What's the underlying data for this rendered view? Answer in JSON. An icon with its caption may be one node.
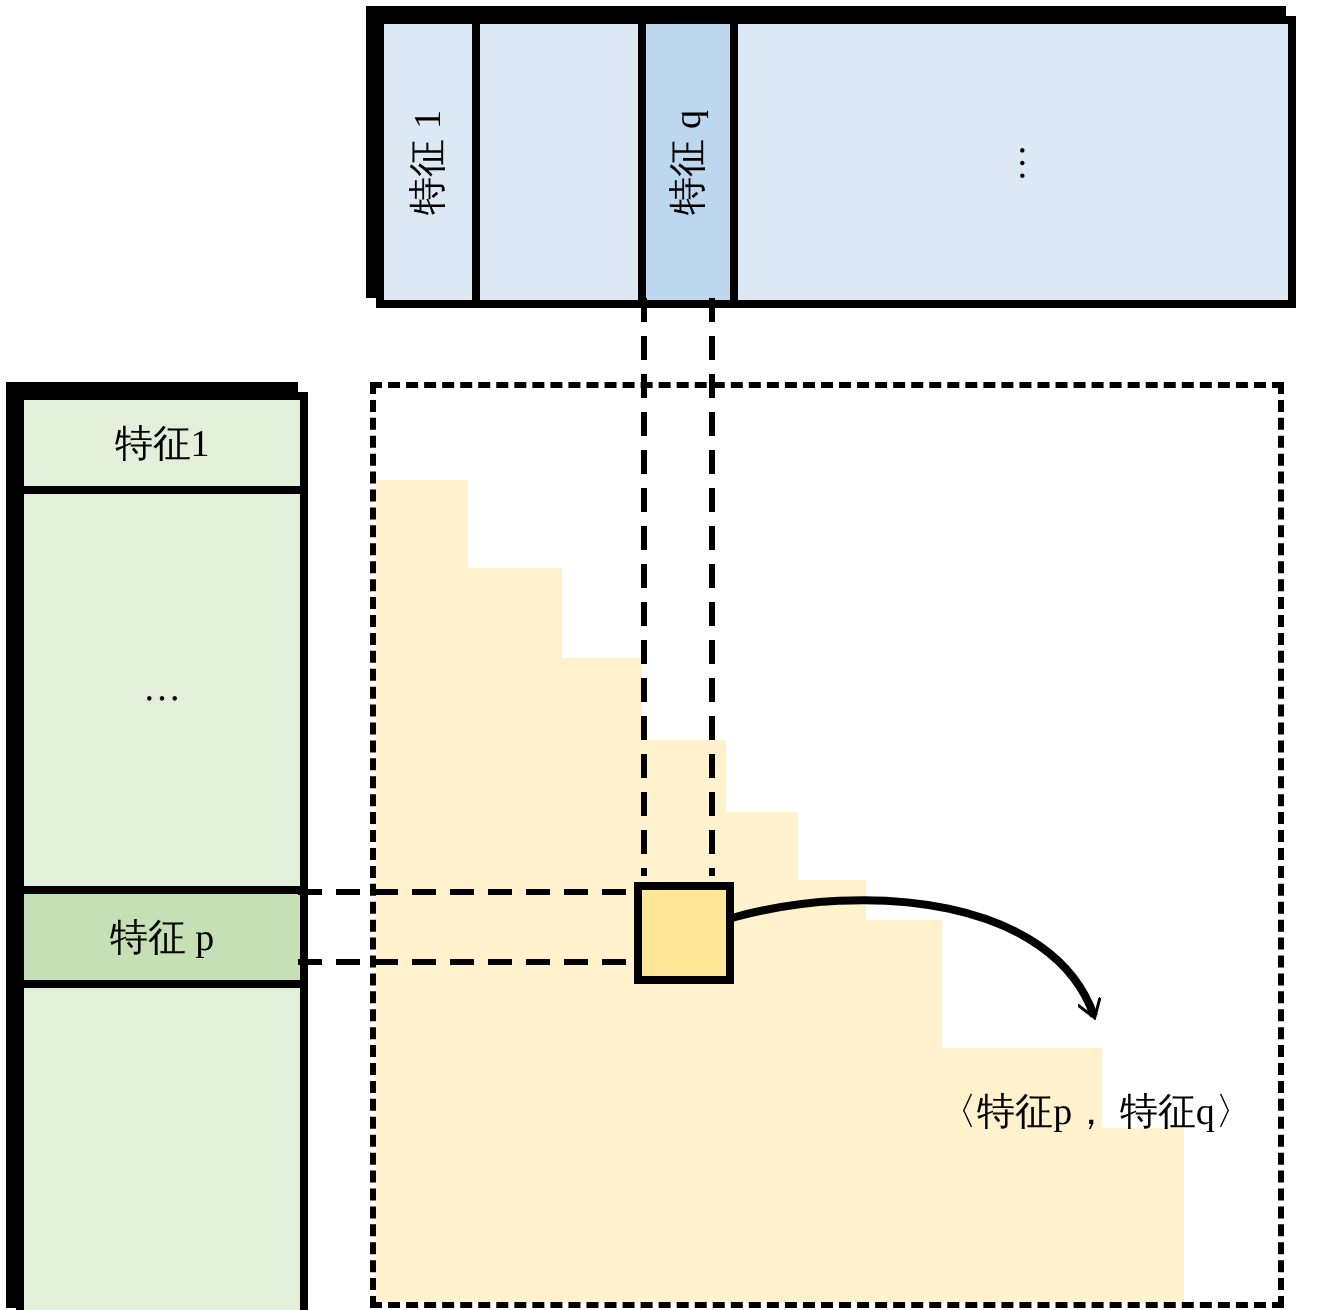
{
  "diagram": {
    "nodes": [
      {
        "text": [],
        "shape": "bar"
      },
      {
        "text": [
          "特征 1"
        ],
        "in": 0
      },
      {
        "text": [],
        "shape": "box",
        "in": 0
      },
      {
        "text": [
          "特征 q"
        ],
        "in": 0
      },
      {
        "text": [
          "…"
        ],
        "in": 0
      },
      {
        "text": [],
        "shape": "bar"
      },
      {
        "text": [
          "特征1"
        ],
        "in": 5
      },
      {
        "text": [
          "…"
        ],
        "in": 5
      },
      {
        "text": [
          "特征 p"
        ],
        "in": 5
      },
      {
        "text": [],
        "shape": "box",
        "in": 5
      },
      {
        "text": [],
        "shape": "box"
      },
      {
        "text": [],
        "shape": "box",
        "in": 10
      },
      {
        "text": [
          "〈特征p， 特征q〉"
        ],
        "in": 10
      }
    ],
    "edges": [
      {
        "from": 3,
        "to": 11,
        "arrow": "none",
        "style": "dashed"
      },
      {
        "from": 8,
        "to": 11,
        "arrow": "none",
        "style": "dashed"
      },
      {
        "from": 11,
        "to": 12,
        "arrow": "to"
      }
    ]
  }
}
